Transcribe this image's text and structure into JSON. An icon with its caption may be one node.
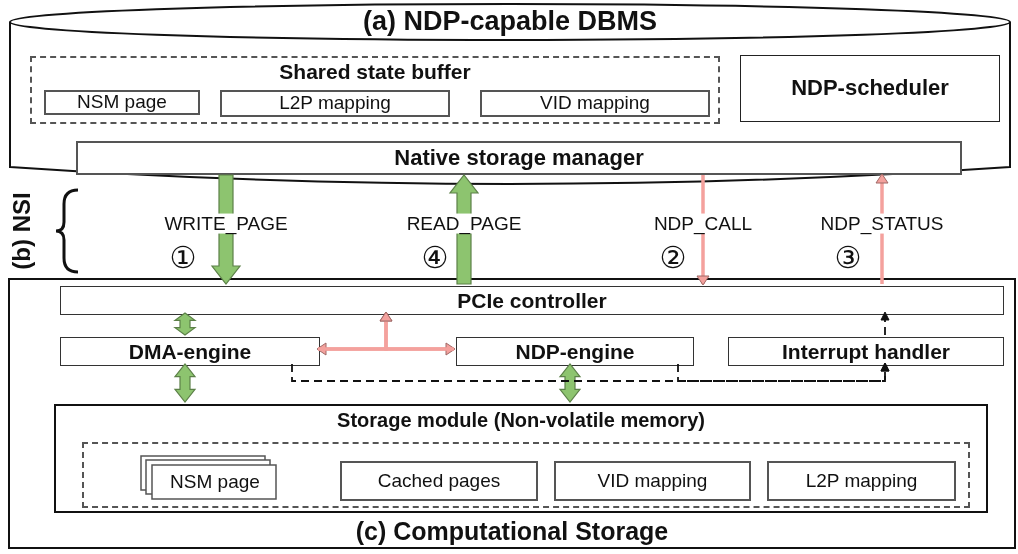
{
  "diagram": {
    "nodes": [
      {
        "text": [
          "(a) NDP-capable DBMS"
        ]
      },
      {
        "text": [
          "Shared state buffer"
        ],
        "in": 0
      },
      {
        "text": [
          "NSM page"
        ],
        "in": 1
      },
      {
        "text": [
          "L2P mapping"
        ],
        "in": 1
      },
      {
        "text": [
          "VID mapping"
        ],
        "in": 1
      },
      {
        "text": [
          "NDP-scheduler"
        ],
        "in": 0
      },
      {
        "text": [
          "Native storage manager"
        ],
        "in": 0
      },
      {
        "text": [
          "(c) Computational Storage"
        ]
      },
      {
        "text": [
          "PCIe controller"
        ],
        "in": 7
      },
      {
        "text": [
          "DMA-engine"
        ],
        "in": 7
      },
      {
        "text": [
          "NDP-engine"
        ],
        "in": 7
      },
      {
        "text": [
          "Interrupt handler"
        ],
        "in": 7
      },
      {
        "text": [
          "Storage module (Non-volatile memory)"
        ],
        "in": 7
      },
      {
        "text": [],
        "shape": "box",
        "in": 12
      },
      {
        "text": [
          "NSM page"
        ],
        "in": 13
      },
      {
        "text": [
          "Cached pages"
        ],
        "in": 13
      },
      {
        "text": [
          "VID mapping"
        ],
        "in": 13
      },
      {
        "text": [
          "L2P mapping"
        ],
        "in": 13
      }
    ],
    "edges": [
      {
        "from": 6,
        "to": 8,
        "arrow": "to",
        "label": "WRITE_PAGE",
        "style": "thick",
        "color": "#8dc46f"
      },
      {
        "from": 8,
        "to": 6,
        "arrow": "to",
        "label": "READ_PAGE",
        "style": "thick",
        "color": "#8dc46f"
      },
      {
        "from": 6,
        "to": 8,
        "arrow": "to",
        "label": "NDP_CALL",
        "color": "#f4a19d"
      },
      {
        "from": 8,
        "to": 6,
        "arrow": "to",
        "label": "NDP_STATUS",
        "color": "#f4a19d"
      },
      {
        "from": 8,
        "to": 9,
        "arrow": "both",
        "style": "thick",
        "color": "#8dc46f"
      },
      {
        "from": 9,
        "to": 10,
        "arrow": "both",
        "color": "#f4a19d"
      },
      {
        "from": 9,
        "to": 8,
        "arrow": "to",
        "color": "#f4a19d"
      },
      {
        "from": 10,
        "to": 8,
        "arrow": "to",
        "color": "#f4a19d"
      },
      {
        "from": 9,
        "to": 12,
        "arrow": "both",
        "style": "thick",
        "color": "#8dc46f"
      },
      {
        "from": 10,
        "to": 12,
        "arrow": "both",
        "style": "thick",
        "color": "#8dc46f"
      },
      {
        "from": 9,
        "to": 11,
        "arrow": "to",
        "style": "dashed",
        "color": "#111111"
      },
      {
        "from": 10,
        "to": 11,
        "arrow": "to",
        "style": "dashed",
        "color": "#111111"
      },
      {
        "from": 11,
        "to": 8,
        "arrow": "to",
        "style": "dashed",
        "color": "#111111"
      }
    ],
    "labels": [
      "(b) NSI",
      "①",
      "④",
      "②",
      "③"
    ]
  }
}
